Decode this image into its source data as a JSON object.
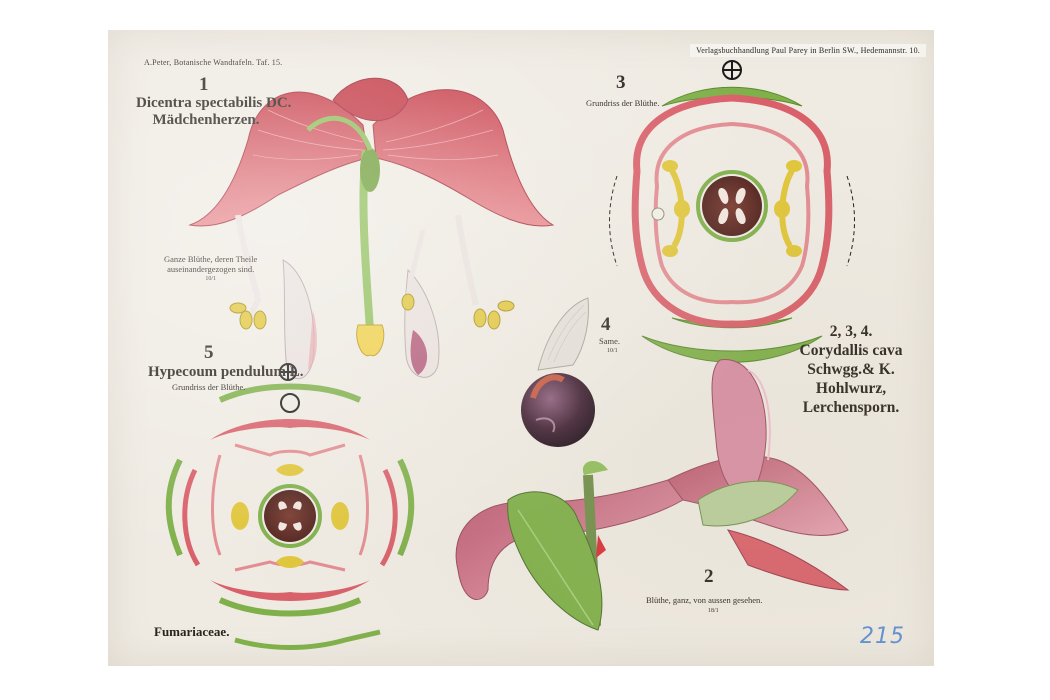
{
  "header": {
    "series": "A.Peter, Botanische Wandtafeln. Taf. 15.",
    "publisher": "Verlagsbuchhandlung Paul Parey in Berlin SW., Hedemannstr. 10."
  },
  "fig1": {
    "number": "1",
    "title_line1": "Dicentra spectabilis DC.",
    "title_line2": "Mädchenherzen.",
    "caption_line1": "Ganze Blüthe, deren Theile",
    "caption_line2": "auseinandergezogen sind.",
    "scale": "10/1"
  },
  "fig3": {
    "number": "3",
    "caption": "Grundriss der Blüthe."
  },
  "fig4": {
    "number": "4",
    "caption": "Same.",
    "scale": "10/1"
  },
  "fig5": {
    "number": "5",
    "title": "Hypecoum pendulum L.",
    "caption": "Grundriss der Blüthe."
  },
  "fig234": {
    "numbers": "2, 3, 4.",
    "line1": "Corydallis cava",
    "line2": "Schwgg.& K.",
    "line3": "Hohlwurz,",
    "line4": "Lerchensporn."
  },
  "fig2": {
    "number": "2",
    "caption": "Blüthe, ganz, von aussen gesehen.",
    "scale": "18/1"
  },
  "family": "Fumariaceae.",
  "pencil_mark": "215",
  "colors": {
    "paper": "#efebe3",
    "petal_red": "#d9606a",
    "leaf_green": "#7fb04a",
    "stamen_yellow": "#e0c63a",
    "ovary_brown": "#5a2a22",
    "pencil_blue": "#5b8fd0"
  }
}
